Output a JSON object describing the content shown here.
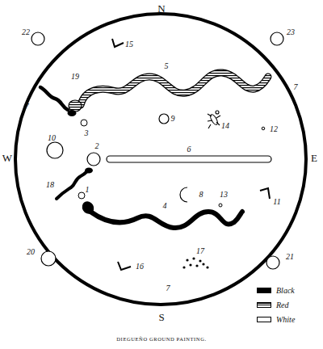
{
  "diagram": {
    "caption": "DIEGUEÑO GROUND PAINTING.",
    "labels": [
      "N",
      "22",
      "15",
      "23",
      "5",
      "7",
      "19",
      "3",
      "9",
      "14",
      "12",
      "W",
      "10",
      "2",
      "6",
      "E",
      "18",
      "1",
      "8",
      "13",
      "11",
      "4",
      "20",
      "17",
      "16",
      "21",
      "7",
      "S",
      "7"
    ],
    "legend": [
      {
        "text": "Black",
        "color": "#000000"
      },
      {
        "text": "Red"
      },
      {
        "text": "White",
        "color": "#ffffff"
      }
    ]
  }
}
